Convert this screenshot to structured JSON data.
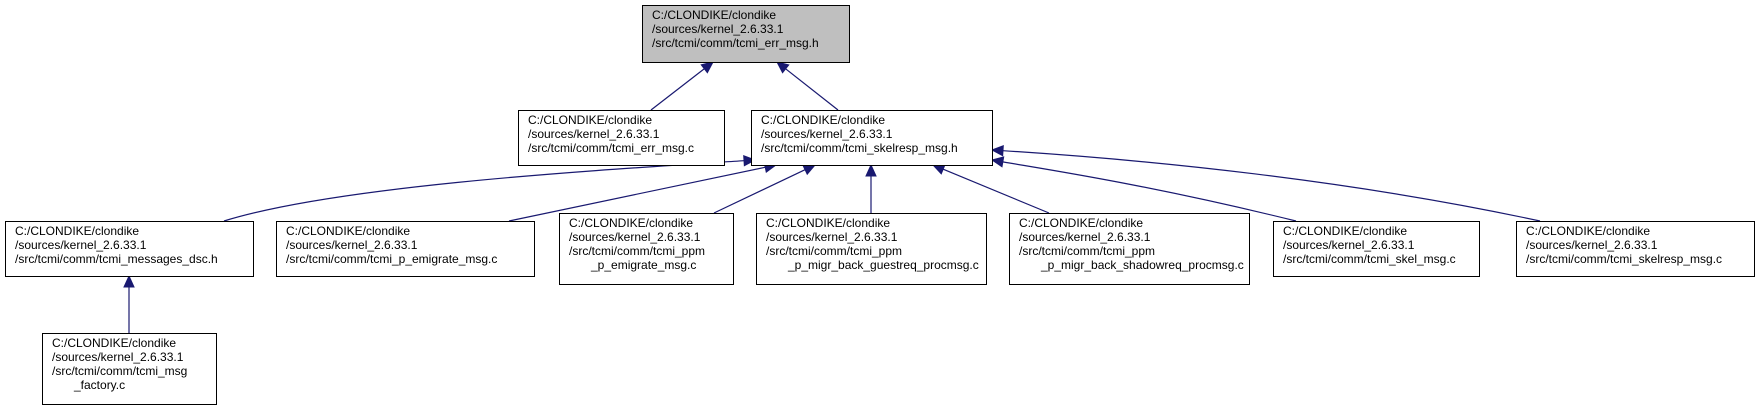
{
  "colors": {
    "edge": "#191970",
    "root_fill": "#bfbfbf",
    "node_fill": "#ffffff",
    "border": "#000000"
  },
  "nodes": [
    {
      "id": "err_msg_h",
      "root": true,
      "lines": [
        "C:/CLONDIKE/clondike",
        "/sources/kernel_2.6.33.1",
        "/src/tcmi/comm/tcmi_err_msg.h"
      ]
    },
    {
      "id": "err_msg_c",
      "lines": [
        "C:/CLONDIKE/clondike",
        "/sources/kernel_2.6.33.1",
        "/src/tcmi/comm/tcmi_err_msg.c"
      ]
    },
    {
      "id": "skelresp_msg_h",
      "lines": [
        "C:/CLONDIKE/clondike",
        "/sources/kernel_2.6.33.1",
        "/src/tcmi/comm/tcmi_skelresp_msg.h"
      ]
    },
    {
      "id": "messages_dsc_h",
      "lines": [
        "C:/CLONDIKE/clondike",
        "/sources/kernel_2.6.33.1",
        "/src/tcmi/comm/tcmi_messages_dsc.h"
      ]
    },
    {
      "id": "p_emigrate_msg_c",
      "lines": [
        "C:/CLONDIKE/clondike",
        "/sources/kernel_2.6.33.1",
        "/src/tcmi/comm/tcmi_p_emigrate_msg.c"
      ]
    },
    {
      "id": "ppm_p_emigrate_msg_c",
      "lines": [
        "C:/CLONDIKE/clondike",
        "/sources/kernel_2.6.33.1",
        "/src/tcmi/comm/tcmi_ppm",
        "_p_emigrate_msg.c"
      ]
    },
    {
      "id": "ppm_p_migr_back_guestreq_c",
      "lines": [
        "C:/CLONDIKE/clondike",
        "/sources/kernel_2.6.33.1",
        "/src/tcmi/comm/tcmi_ppm",
        "_p_migr_back_guestreq_procmsg.c"
      ]
    },
    {
      "id": "ppm_p_migr_back_shadowreq_c",
      "lines": [
        "C:/CLONDIKE/clondike",
        "/sources/kernel_2.6.33.1",
        "/src/tcmi/comm/tcmi_ppm",
        "_p_migr_back_shadowreq_procmsg.c"
      ]
    },
    {
      "id": "skel_msg_c",
      "lines": [
        "C:/CLONDIKE/clondike",
        "/sources/kernel_2.6.33.1",
        "/src/tcmi/comm/tcmi_skel_msg.c"
      ]
    },
    {
      "id": "skelresp_msg_c",
      "lines": [
        "C:/CLONDIKE/clondike",
        "/sources/kernel_2.6.33.1",
        "/src/tcmi/comm/tcmi_skelresp_msg.c"
      ]
    },
    {
      "id": "msg_factory_c",
      "lines": [
        "C:/CLONDIKE/clondike",
        "/sources/kernel_2.6.33.1",
        "/src/tcmi/comm/tcmi_msg",
        "_factory.c"
      ]
    }
  ],
  "edges": [
    {
      "from": "err_msg_c",
      "to": "err_msg_h"
    },
    {
      "from": "skelresp_msg_h",
      "to": "err_msg_h"
    },
    {
      "from": "messages_dsc_h",
      "to": "skelresp_msg_h"
    },
    {
      "from": "p_emigrate_msg_c",
      "to": "skelresp_msg_h"
    },
    {
      "from": "ppm_p_emigrate_msg_c",
      "to": "skelresp_msg_h"
    },
    {
      "from": "ppm_p_migr_back_guestreq_c",
      "to": "skelresp_msg_h"
    },
    {
      "from": "ppm_p_migr_back_shadowreq_c",
      "to": "skelresp_msg_h"
    },
    {
      "from": "skel_msg_c",
      "to": "skelresp_msg_h"
    },
    {
      "from": "skelresp_msg_c",
      "to": "skelresp_msg_h"
    },
    {
      "from": "msg_factory_c",
      "to": "messages_dsc_h"
    }
  ]
}
